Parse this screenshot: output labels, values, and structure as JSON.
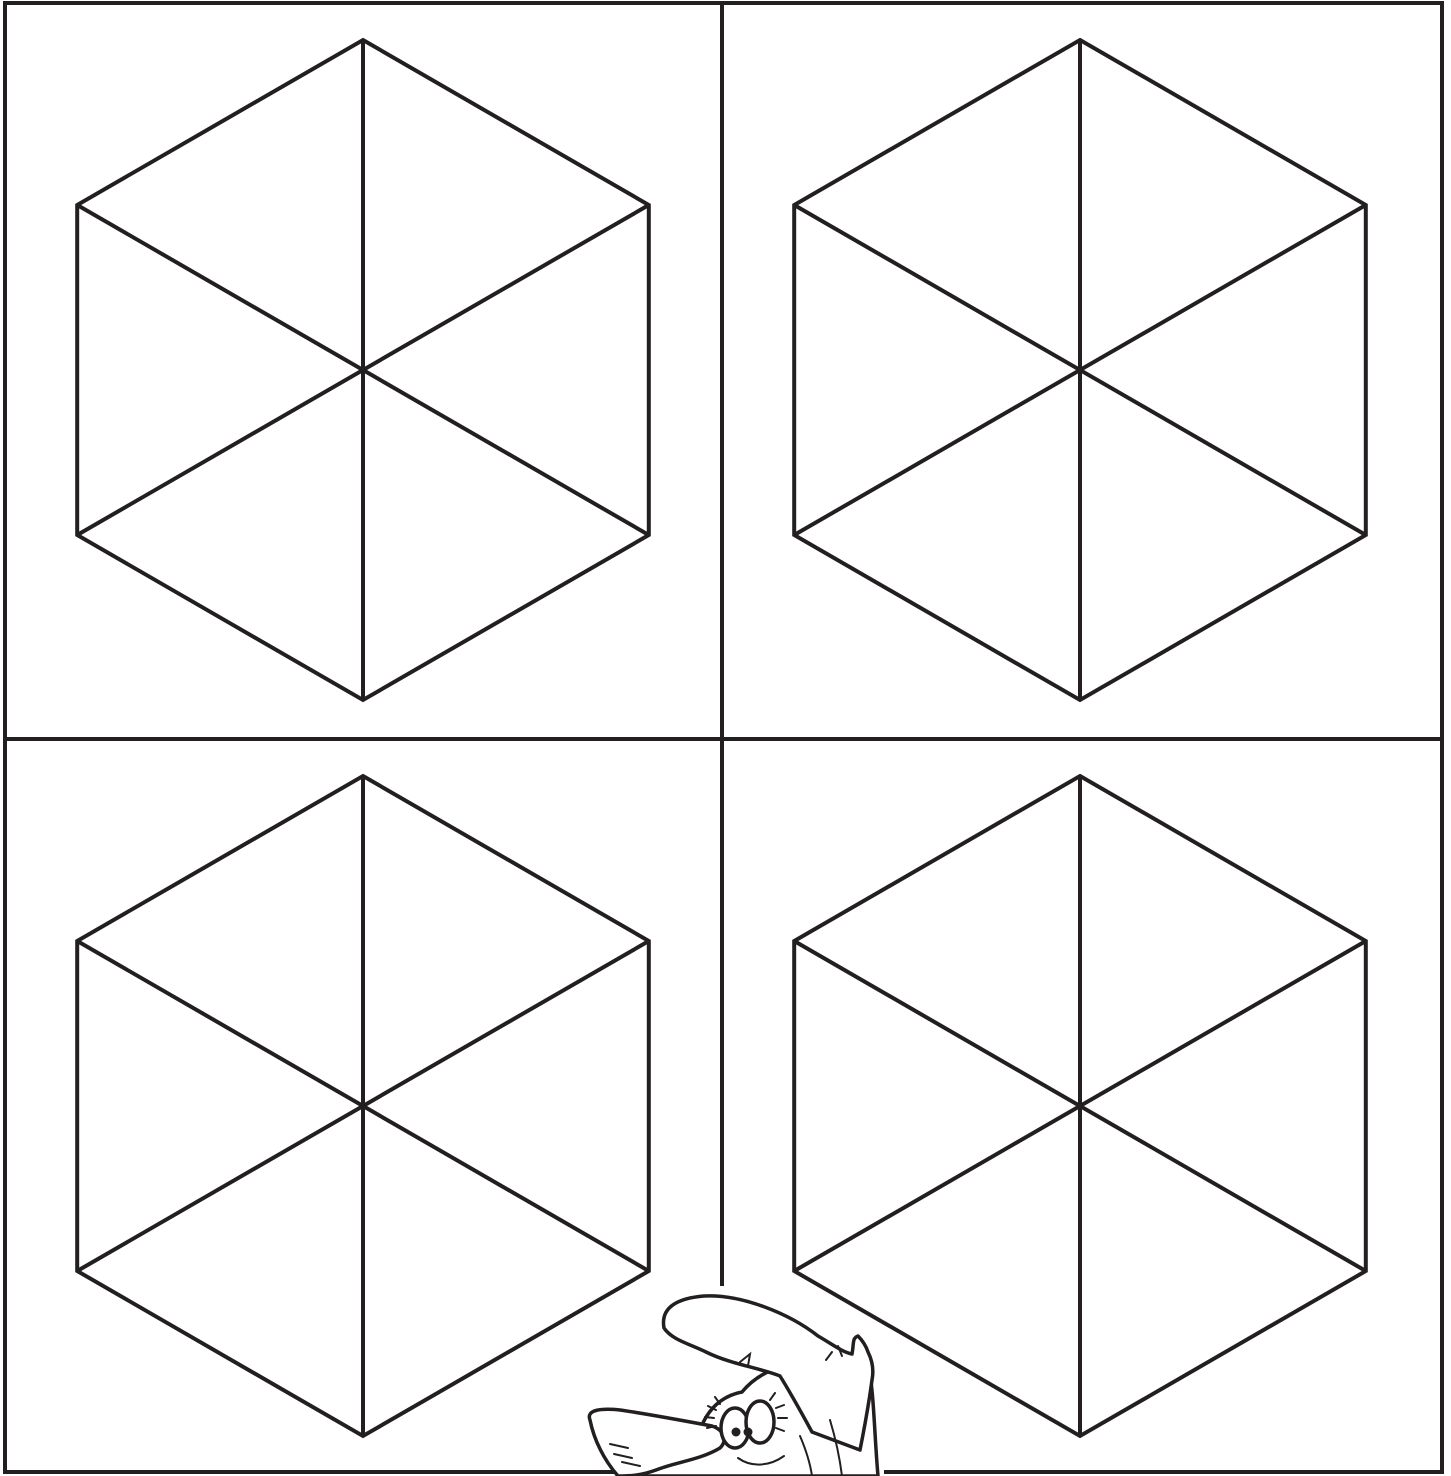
{
  "page": {
    "background": "#ffffff",
    "line_color": "#231f20"
  },
  "panels": [
    {
      "id": "top-left",
      "shape": "hexagon",
      "divisions": 6
    },
    {
      "id": "top-right",
      "shape": "hexagon",
      "divisions": 6
    },
    {
      "id": "bottom-left",
      "shape": "hexagon",
      "divisions": 6
    },
    {
      "id": "bottom-right",
      "shape": "hexagon",
      "divisions": 6
    }
  ],
  "mascot": {
    "icon": "cartoon-character-peeking-icon"
  }
}
